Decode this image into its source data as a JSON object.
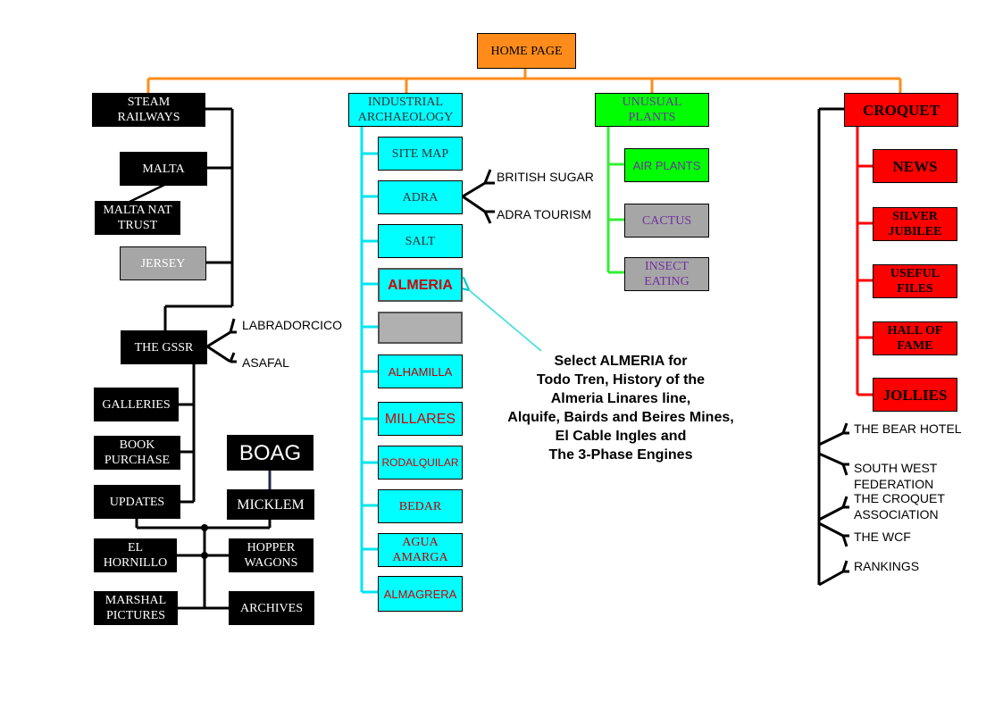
{
  "home": "HOME PAGE",
  "steam": {
    "title": "STEAM\nRAILWAYS",
    "malta": "MALTA",
    "malta_nat_trust": "MALTA NAT\nTRUST",
    "jersey": "JERSEY",
    "gssr": "THE GSSR",
    "labradorcico": "LABRADORCICO",
    "asafal": "ASAFAL",
    "galleries": "GALLERIES",
    "book_purchase": "BOOK\nPURCHASE",
    "updates": "UPDATES",
    "boag": "BOAG",
    "micklem": "MICKLEM",
    "el_hornillo": "EL\nHORNILLO",
    "hopper_wagons": "HOPPER\nWAGONS",
    "marshal_pictures": "MARSHAL\nPICTURES",
    "archives": "ARCHIVES"
  },
  "industrial": {
    "title": "INDUSTRIAL\nARCHAEOLOGY",
    "site_map": "SITE MAP",
    "adra": "ADRA",
    "british_sugar": "BRITISH SUGAR",
    "adra_tourism": "ADRA TOURISM",
    "salt": "SALT",
    "almeria": "ALMERIA",
    "blank": "",
    "alhamilla": "ALHAMILLA",
    "millares": "MILLARES",
    "rodalquilar": "RODALQUILAR",
    "bedar": "BEDAR",
    "agua_amarga": "AGUA\nAMARGA",
    "almagrera": "ALMAGRERA"
  },
  "note": "Select ALMERIA for\nTodo Tren, History of the\nAlmeria Linares line,\nAlquife,  Bairds and Beires Mines,\nEl Cable Ingles and\nThe 3-Phase Engines",
  "plants": {
    "title": "UNUSUAL\nPLANTS",
    "air_plants": "AIR PLANTS",
    "cactus": "CACTUS",
    "insect_eating": "INSECT\nEATING"
  },
  "croquet": {
    "title": "CROQUET",
    "news": "NEWS",
    "silver_jubilee": "SILVER\nJUBILEE",
    "useful_files": "USEFUL\nFILES",
    "hall_of_fame": "HALL OF\nFAME",
    "jollies": "JOLLIES",
    "bear_hotel": "THE BEAR HOTEL",
    "south_west": "SOUTH WEST\nFEDERATION",
    "croquet_assoc": "THE CROQUET\nASSOCIATION",
    "wcf": "THE WCF",
    "rankings": "RANKINGS"
  },
  "colors": {
    "orange": "#ff8c1a",
    "cyan": "#00ffff",
    "green": "#00ff00",
    "red": "#ff0000",
    "black": "#000000",
    "grey": "#a6a6a6"
  }
}
